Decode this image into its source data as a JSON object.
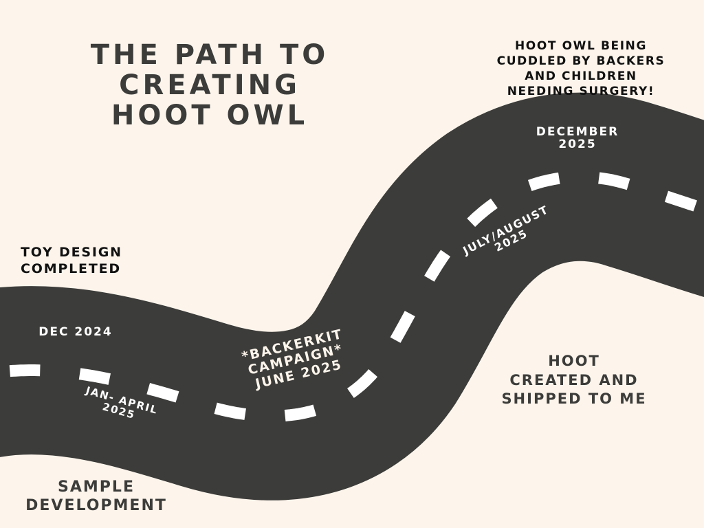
{
  "colors": {
    "background": "#FDF5EC",
    "road": "#3C3C3A",
    "dash": "#FFFFFF",
    "heading_text": "#3C3C3A",
    "note_text": "#111111",
    "road_text": "#FFFFFF"
  },
  "title": "The path to\ncreating\nHoot Owl",
  "milestones": [
    {
      "date": "Dec 2024",
      "event": "Toy design\ncompleted"
    },
    {
      "date": "Jan- April\n2025",
      "event": "Sample\ndevelopment"
    },
    {
      "date": "*Backerkit\ncampaign*\nJune 2025",
      "event": ""
    },
    {
      "date": "July/August\n2025",
      "event": "Hoot\ncreated and\nshipped to me"
    },
    {
      "date": "December\n2025",
      "event": "Hoot Owl being\ncuddled by backers\nand children\nneeding surgery!"
    }
  ]
}
